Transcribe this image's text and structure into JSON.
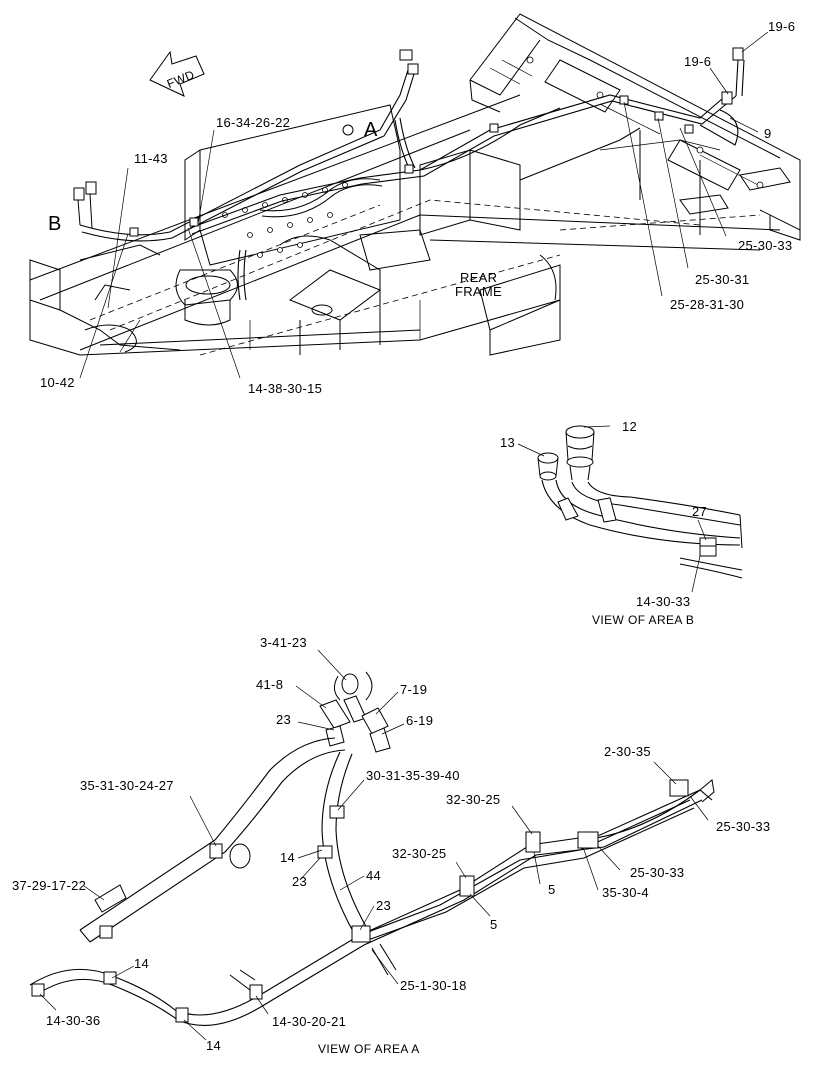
{
  "diagram": {
    "fwd_arrow": "FWD",
    "view_markers": {
      "a": "A",
      "b": "B"
    },
    "frame_label": [
      "REAR",
      "FRAME"
    ],
    "main_callouts": {
      "c1": "19-6",
      "c2": "19-6",
      "c3": "9",
      "c4": "16-34-26-22",
      "c5": "11-43",
      "c6": "25-30-33",
      "c7": "25-30-31",
      "c8": "25-28-31-30",
      "c9": "10-42",
      "c10": "14-38-30-15"
    },
    "view_b": {
      "caption": "VIEW OF AREA  B",
      "callouts": {
        "c1": "12",
        "c2": "13",
        "c3": "27",
        "c4": "14-30-33"
      }
    },
    "view_a": {
      "caption": "VIEW OF AREA  A",
      "callouts": {
        "c1": "3-41-23",
        "c2": "41-8",
        "c3": "7-19",
        "c4": "23",
        "c5": "6-19",
        "c6": "30-31-35-39-40",
        "c7": "35-31-30-24-27",
        "c8": "2-30-35",
        "c9": "32-30-25",
        "c10": "25-30-33",
        "c11": "32-30-25",
        "c12": "14",
        "c13": "23",
        "c14": "44",
        "c15": "25-30-33",
        "c16": "5",
        "c17": "35-30-4",
        "c18": "37-29-17-22",
        "c19": "23",
        "c20": "5",
        "c21": "14",
        "c22": "25-1-30-18",
        "c23": "14-30-36",
        "c24": "14-30-20-21",
        "c25": "14"
      }
    }
  }
}
